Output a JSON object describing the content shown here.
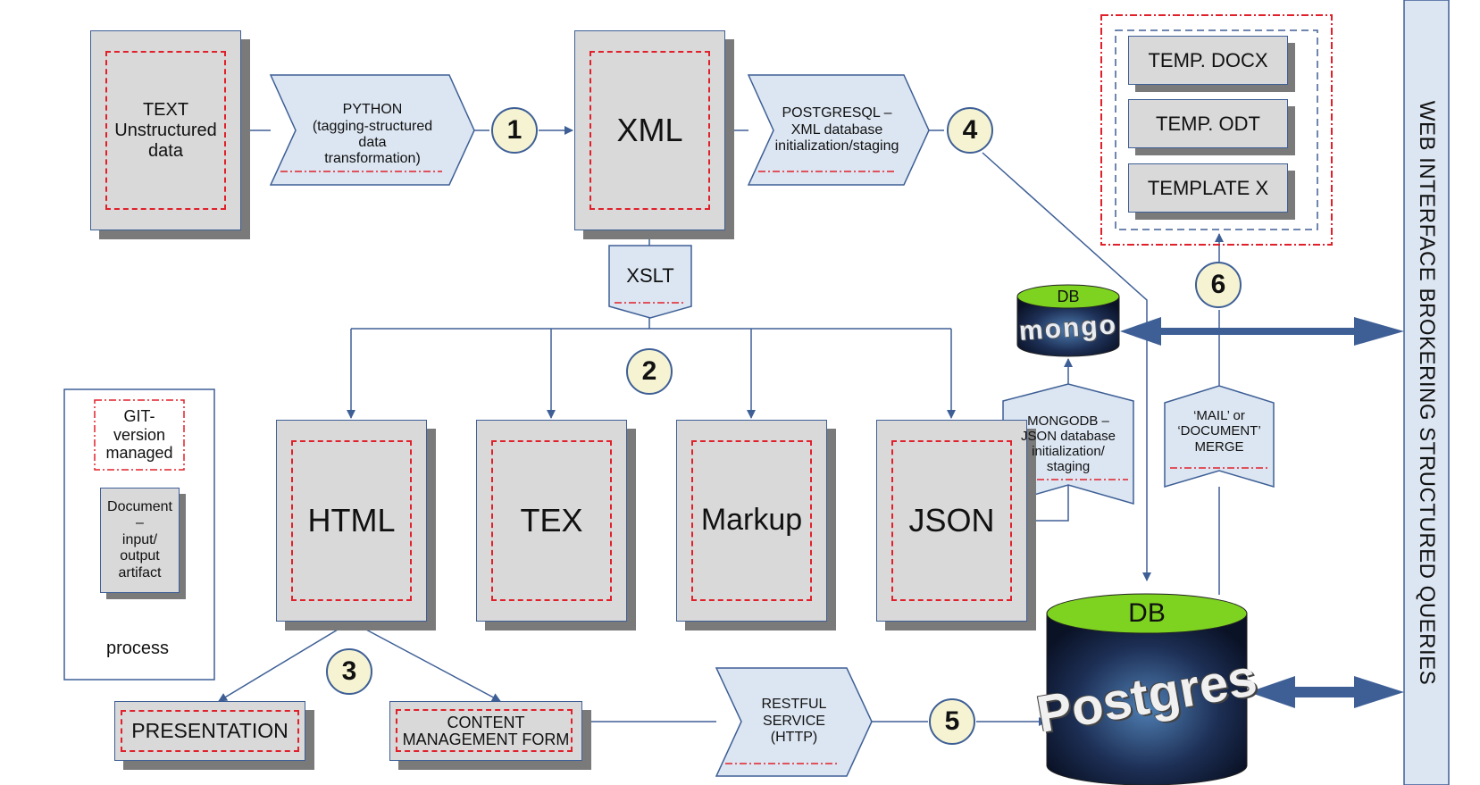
{
  "documents": {
    "text": "TEXT\nUnstructured\ndata",
    "xml": "XML",
    "html": "HTML",
    "tex": "TEX",
    "markup": "Markup",
    "json": "JSON",
    "presentation": "PRESENTATION",
    "cms_form": "CONTENT\nMANAGEMENT FORM"
  },
  "processes": {
    "python": "PYTHON\n(tagging-structured\ndata\ntransformation)",
    "postgresql": "POSTGRESQL –\nXML database\ninitialization/staging",
    "xslt": "XSLT",
    "mongodb": "MONGODB –\nJSON database\ninitialization/\nstaging",
    "merge": "‘MAIL’ or\n‘DOCUMENT’\nMERGE",
    "restful": "RESTFUL\nSERVICE\n(HTTP)"
  },
  "steps": [
    "1",
    "2",
    "3",
    "4",
    "5",
    "6"
  ],
  "databases": {
    "mongo_label": "DB",
    "mongo_logo": "mongo",
    "postgres_label": "DB",
    "postgres_logo": "Postgres"
  },
  "templates": [
    "TEMP. DOCX",
    "TEMP. ODT",
    "TEMPLATE X"
  ],
  "web_interface": "WEB INTERFACE BROKERING STRUCTURED QUERIES",
  "legend": {
    "git": "GIT-\nversion\nmanaged",
    "document": "Document\n–\ninput/\noutput\nartifact",
    "process": "process"
  },
  "colors": {
    "line": "#3e5f96",
    "doc_fill": "#d9d9d9",
    "shadow": "#7a7a7a",
    "process_fill": "#dce6f2",
    "git_dash": "#e0202a",
    "step_fill": "#f5f3d2",
    "db_top": "#7ed321"
  }
}
